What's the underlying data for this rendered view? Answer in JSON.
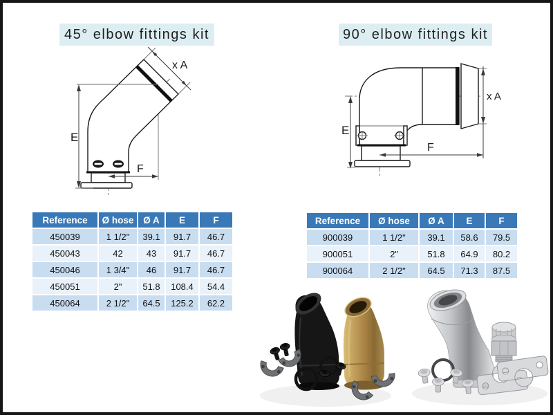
{
  "sections": {
    "left": {
      "title": "45° elbow fittings kit",
      "table": {
        "headers": [
          "Reference",
          "Ø hose",
          "Ø A",
          "E",
          "F"
        ],
        "rows": [
          [
            "450039",
            "1 1/2\"",
            "39.1",
            "91.7",
            "46.7"
          ],
          [
            "450043",
            "42",
            "43",
            "91.7",
            "46.7"
          ],
          [
            "450046",
            "1 3/4\"",
            "46",
            "91.7",
            "46.7"
          ],
          [
            "450051",
            "2\"",
            "51.8",
            "108.4",
            "54.4"
          ],
          [
            "450064",
            "2 1/2\"",
            "64.5",
            "125.2",
            "62.2"
          ]
        ]
      }
    },
    "right": {
      "title": "90° elbow fittings kit",
      "table": {
        "headers": [
          "Reference",
          "Ø hose",
          "Ø A",
          "E",
          "F"
        ],
        "rows": [
          [
            "900039",
            "1 1/2\"",
            "39.1",
            "58.6",
            "79.5"
          ],
          [
            "900051",
            "2\"",
            "51.8",
            "64.9",
            "80.2"
          ],
          [
            "900064",
            "2 1/2\"",
            "64.5",
            "71.3",
            "87.5"
          ]
        ]
      }
    }
  },
  "drawing_labels": {
    "diameter": "x A",
    "height": "E",
    "length": "F"
  },
  "colors": {
    "table_header": "#3a79b8",
    "table_row_dark": "#c9ddf1",
    "table_row_light": "#e9f1fa",
    "title_background": "#dceef2",
    "page_border": "#161616"
  }
}
